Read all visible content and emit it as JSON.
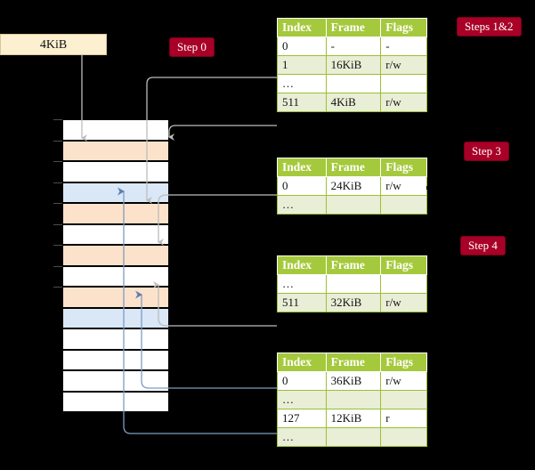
{
  "diagram": {
    "title_box": {
      "label": "4KiB"
    },
    "badges": [
      {
        "name": "step-0",
        "label": "Step 0"
      },
      {
        "name": "steps-1-2",
        "label": "Steps 1&2"
      },
      {
        "name": "step-3",
        "label": "Step 3"
      },
      {
        "name": "step-4",
        "label": "Step 4"
      }
    ],
    "memory_column": {
      "rows": [
        {
          "fill": "white"
        },
        {
          "fill": "orange"
        },
        {
          "fill": "white"
        },
        {
          "fill": "blue"
        },
        {
          "fill": "orange"
        },
        {
          "fill": "white"
        },
        {
          "fill": "orange"
        },
        {
          "fill": "white"
        },
        {
          "fill": "orange"
        },
        {
          "fill": "blue"
        },
        {
          "fill": "white"
        },
        {
          "fill": "white"
        },
        {
          "fill": "white"
        },
        {
          "fill": "white"
        }
      ]
    },
    "tables": [
      {
        "name": "page-table-level-1",
        "headers": [
          "Index",
          "Frame",
          "Flags"
        ],
        "rows": [
          {
            "cells": [
              "0",
              "-",
              "-"
            ],
            "alt": false,
            "highlight": false
          },
          {
            "cells": [
              "1",
              "16KiB",
              "r/w"
            ],
            "alt": true,
            "highlight": false
          },
          {
            "cells": [
              "…",
              "",
              ""
            ],
            "alt": false,
            "highlight": false
          },
          {
            "cells": [
              "511",
              "4KiB",
              "r/w"
            ],
            "alt": true,
            "highlight": true
          }
        ]
      },
      {
        "name": "page-table-level-2",
        "headers": [
          "Index",
          "Frame",
          "Flags"
        ],
        "rows": [
          {
            "cells": [
              "0",
              "24KiB",
              "r/w"
            ],
            "alt": false,
            "highlight": false
          },
          {
            "cells": [
              "…",
              "",
              ""
            ],
            "alt": true,
            "highlight": false
          }
        ]
      },
      {
        "name": "page-table-level-3",
        "headers": [
          "Index",
          "Frame",
          "Flags"
        ],
        "rows": [
          {
            "cells": [
              "…",
              "",
              ""
            ],
            "alt": false,
            "highlight": false
          },
          {
            "cells": [
              "511",
              "32KiB",
              "r/w"
            ],
            "alt": true,
            "highlight": false
          }
        ]
      },
      {
        "name": "page-table-level-4",
        "headers": [
          "Index",
          "Frame",
          "Flags"
        ],
        "rows": [
          {
            "cells": [
              "0",
              "36KiB",
              "r/w"
            ],
            "alt": false,
            "highlight": false
          },
          {
            "cells": [
              "…",
              "",
              ""
            ],
            "alt": true,
            "highlight": false
          },
          {
            "cells": [
              "127",
              "12KiB",
              "r"
            ],
            "alt": false,
            "highlight": false
          },
          {
            "cells": [
              "…",
              "",
              ""
            ],
            "alt": true,
            "highlight": false
          }
        ]
      }
    ],
    "colors": {
      "background": "#000000",
      "badge": "#a80026",
      "table_header": "#a5c93c",
      "table_alt_row": "#e9eed6",
      "highlight": "#ffff9e",
      "source_box": "#fdf0d0",
      "mem_orange": "#fde2cb",
      "mem_blue": "#d9e7f7",
      "wire_gray": "#bdbdbd",
      "wire_blue": "#7e9bc4"
    }
  }
}
